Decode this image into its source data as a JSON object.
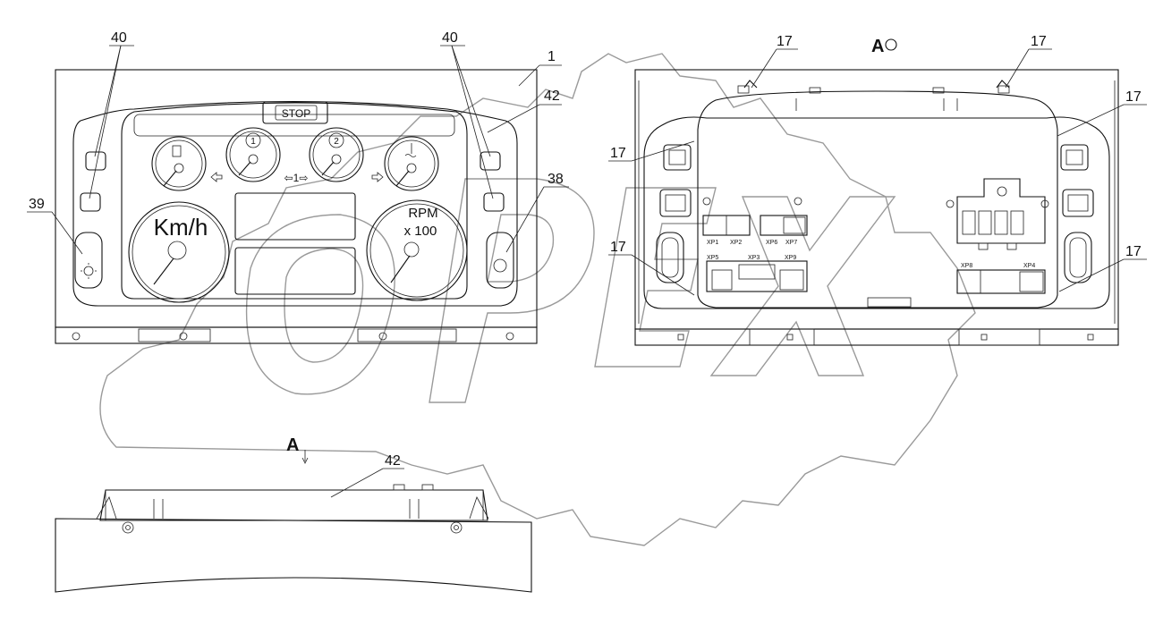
{
  "watermark": "OPEX",
  "front_view": {
    "stop_label": "STOP",
    "speedo_label": "Km/h",
    "tacho_label_line1": "RPM",
    "tacho_label_line2": "x 100",
    "gauge1_label": "1",
    "gauge2_label": "2",
    "center_indicator": "⇦1⇨"
  },
  "callouts": {
    "front_40a": "40",
    "front_40b": "40",
    "front_1": "1",
    "front_42": "42",
    "front_39": "39",
    "front_38": "38",
    "back_17_top_left": "17",
    "back_17_top_right": "17",
    "back_17_left": "17",
    "back_17_right": "17",
    "back_17_lower_left": "17",
    "back_17_lower_right": "17",
    "side_42": "42"
  },
  "view_marks": {
    "view_a_title": "A",
    "view_a_arrow": "A"
  },
  "connectors": {
    "xp1": "XP1",
    "xp2": "XP2",
    "xp6": "XP6",
    "xp7": "XP7",
    "xp5": "XP5",
    "xp3": "XP3",
    "xp9": "XP9",
    "xp8": "XP8",
    "xp4": "XP4"
  }
}
